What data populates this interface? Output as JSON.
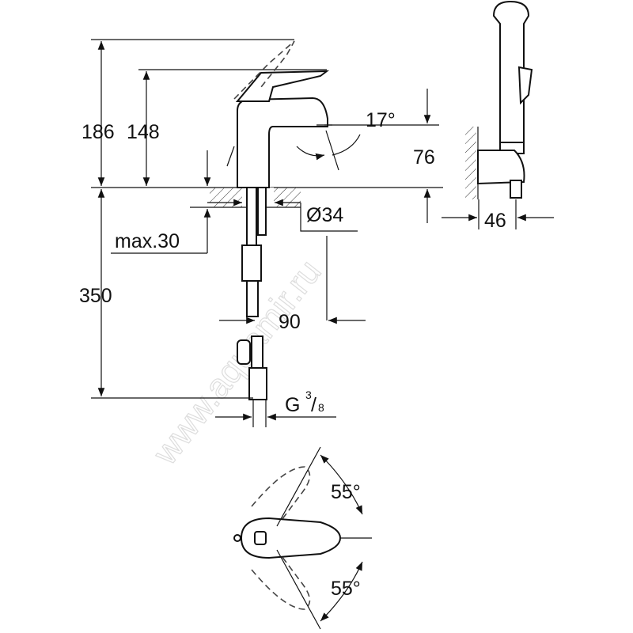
{
  "dimensions": {
    "total_height": "186",
    "spout_height": "148",
    "spout_reach_height": "76",
    "spout_angle": "17°",
    "counter_thickness": "max.30",
    "hole_diameter": "Ø34",
    "hose_length": "350",
    "spout_projection": "90",
    "connection_thread_prefix": "G",
    "connection_thread_num": "3",
    "connection_thread_den": "8",
    "wall_holder_depth": "46",
    "handle_angle_top": "55°",
    "handle_angle_bottom": "55°"
  },
  "watermark": "www.aquamir.ru"
}
